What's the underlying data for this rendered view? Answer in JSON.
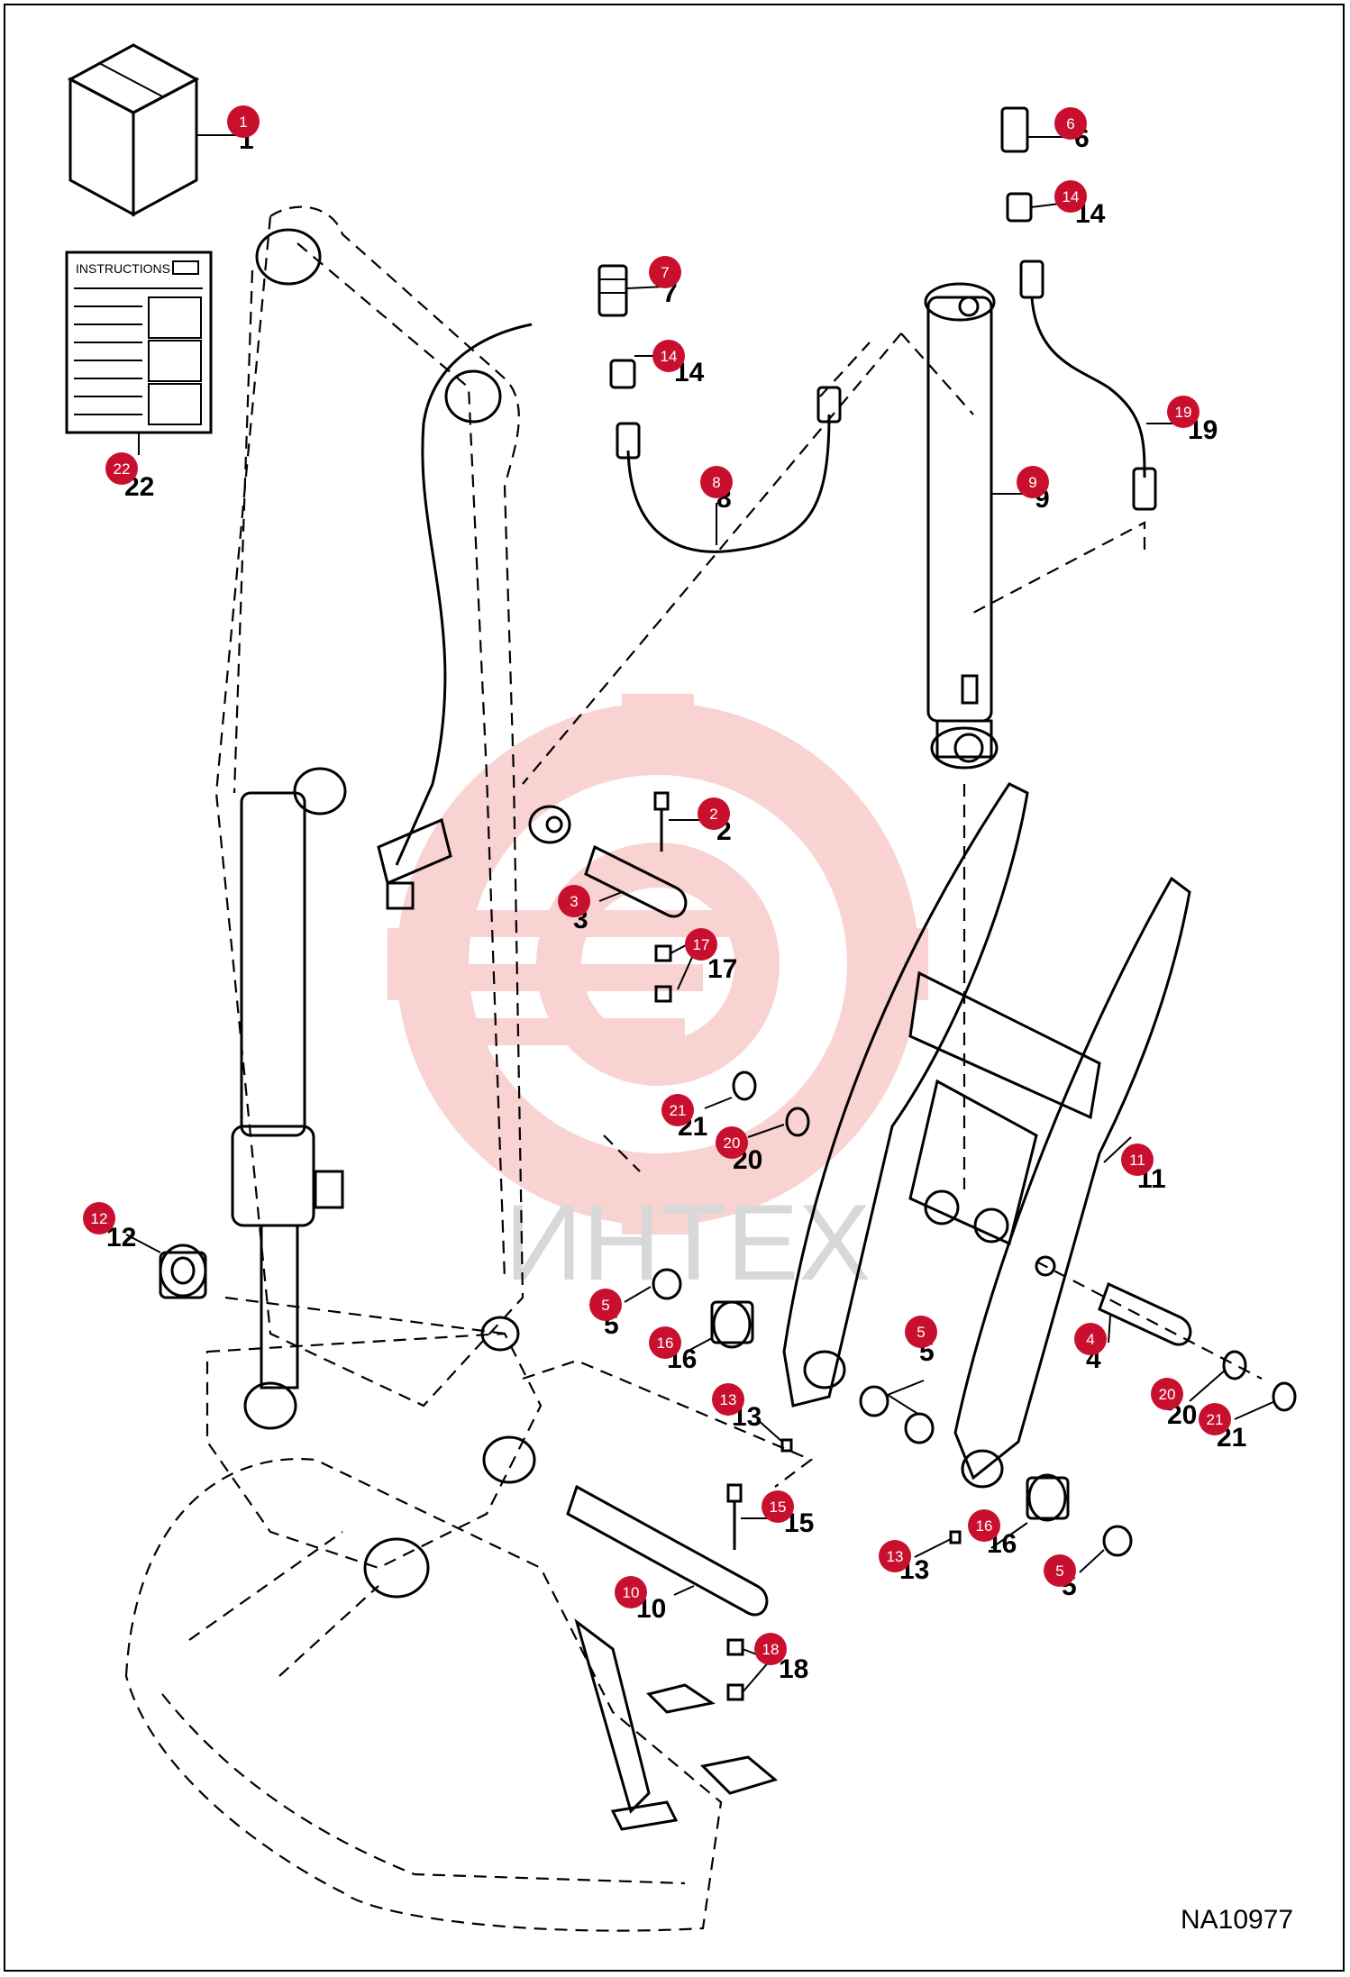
{
  "drawing_number": "NA10977",
  "watermark_text": "ИНТЕХ",
  "instructions_title": "INSTRUCTIONS",
  "accent_color": "#c8102e",
  "callouts": [
    {
      "n": "1"
    },
    {
      "n": "22"
    },
    {
      "n": "7"
    },
    {
      "n": "14"
    },
    {
      "n": "8"
    },
    {
      "n": "6"
    },
    {
      "n": "14"
    },
    {
      "n": "19"
    },
    {
      "n": "9"
    },
    {
      "n": "2"
    },
    {
      "n": "3"
    },
    {
      "n": "17"
    },
    {
      "n": "21"
    },
    {
      "n": "20"
    },
    {
      "n": "11"
    },
    {
      "n": "12"
    },
    {
      "n": "5"
    },
    {
      "n": "16"
    },
    {
      "n": "5"
    },
    {
      "n": "13"
    },
    {
      "n": "4"
    },
    {
      "n": "20"
    },
    {
      "n": "21"
    },
    {
      "n": "15"
    },
    {
      "n": "10"
    },
    {
      "n": "18"
    },
    {
      "n": "13"
    },
    {
      "n": "16"
    },
    {
      "n": "5"
    }
  ]
}
